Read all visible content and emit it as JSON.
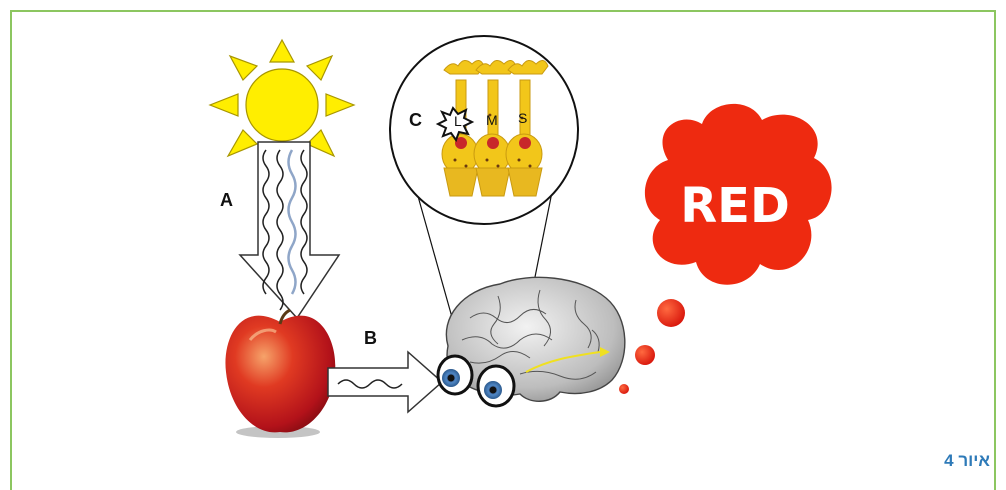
{
  "labels": {
    "a": "A",
    "b": "B",
    "c": "C",
    "cone_l": "L",
    "cone_m": "M",
    "cone_s": "S"
  },
  "thought_text": "RED",
  "caption": "איור 4",
  "colors": {
    "border": "#8cc660",
    "sun": "#ffee00",
    "cloud": "#ee2a10",
    "caption": "#2e7ab8",
    "cone_body": "#f2c61a"
  },
  "icons": [
    "sun-icon",
    "apple-icon",
    "eye-icon",
    "brain-icon",
    "cloud-icon",
    "cone-cell-icon"
  ]
}
